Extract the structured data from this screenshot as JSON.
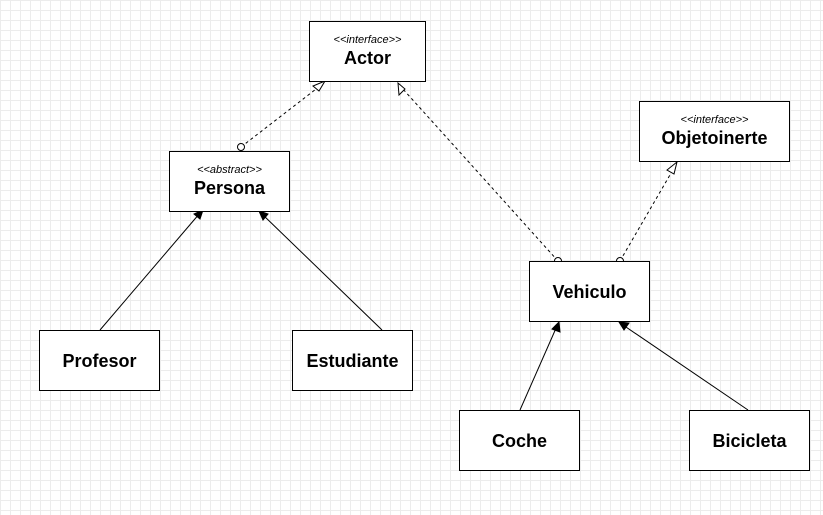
{
  "diagram": {
    "nodes": [
      {
        "id": "actor",
        "stereotype": "<<interface>>",
        "name": "Actor"
      },
      {
        "id": "persona",
        "stereotype": "<<abstract>>",
        "name": "Persona"
      },
      {
        "id": "objetoinerte",
        "stereotype": "<<interface>>",
        "name": "Objetoinerte"
      },
      {
        "id": "vehiculo",
        "stereotype": "",
        "name": "Vehiculo"
      },
      {
        "id": "profesor",
        "stereotype": "",
        "name": "Profesor"
      },
      {
        "id": "estudiante",
        "stereotype": "",
        "name": "Estudiante"
      },
      {
        "id": "coche",
        "stereotype": "",
        "name": "Coche"
      },
      {
        "id": "bicicleta",
        "stereotype": "",
        "name": "Bicicleta"
      }
    ],
    "edges": [
      {
        "from": "persona",
        "to": "actor",
        "kind": "realization"
      },
      {
        "from": "vehiculo",
        "to": "actor",
        "kind": "realization"
      },
      {
        "from": "vehiculo",
        "to": "objetoinerte",
        "kind": "realization"
      },
      {
        "from": "profesor",
        "to": "persona",
        "kind": "inheritance"
      },
      {
        "from": "estudiante",
        "to": "persona",
        "kind": "inheritance"
      },
      {
        "from": "coche",
        "to": "vehiculo",
        "kind": "inheritance"
      },
      {
        "from": "bicicleta",
        "to": "vehiculo",
        "kind": "inheritance"
      }
    ]
  }
}
